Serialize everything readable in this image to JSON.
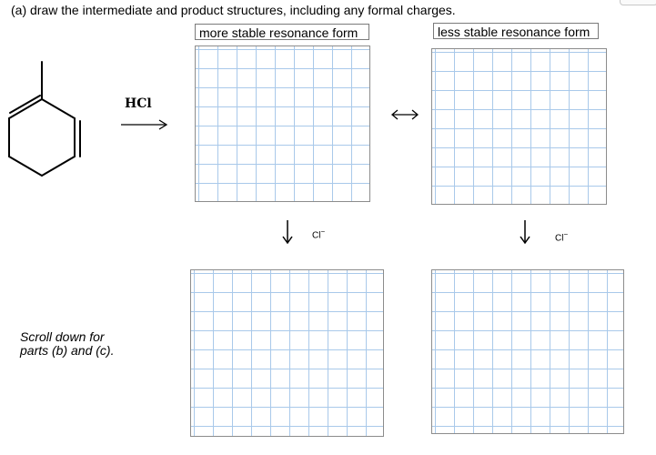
{
  "question": {
    "text": "(a) draw the intermediate and product structures, including any formal charges."
  },
  "labels": {
    "more_stable": "more stable resonance form",
    "less_stable": "less stable resonance form"
  },
  "reaction": {
    "reagent": "HCl",
    "resonance_symbol": "↔",
    "ion_text": "Cl",
    "ion_charge": "−"
  },
  "note": {
    "line1": "Scroll down for",
    "line2": "parts (b) and (c)."
  },
  "icons": [
    "methylcyclohexene-structure",
    "reaction-arrow-icon",
    "resonance-arrow-icon",
    "down-arrow-icon"
  ]
}
